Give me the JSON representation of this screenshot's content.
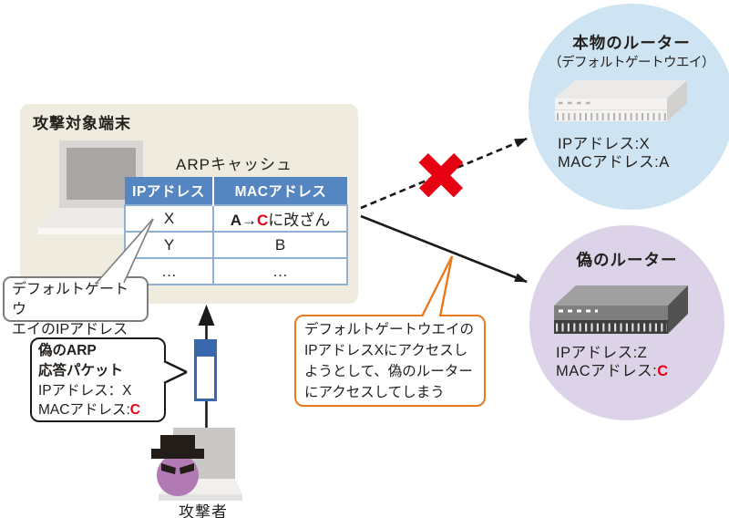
{
  "colors": {
    "accent_red": "#e60012",
    "accent_orange": "#e8791c",
    "table_header_blue": "#5586c1",
    "table_border_blue": "#8fb0d5",
    "packet_blue": "#3968ae",
    "target_box_beige": "#f0ebdf",
    "real_router_circle": "#cee4f3",
    "fake_router_circle": "#ddd3e9",
    "attacker_face_purple": "#b27ab5"
  },
  "target_box": {
    "title": "攻撃対象端末",
    "cache_label": "ARPキャッシュ",
    "table": {
      "headers": [
        "IPアドレス",
        "MACアドレス"
      ],
      "rows": [
        {
          "ip": "X",
          "mac_a": "A",
          "mac_arrow": "→",
          "mac_changed": "C",
          "mac_post": "に改ざん"
        },
        {
          "ip": "Y",
          "mac": "B"
        },
        {
          "ip": "…",
          "mac": "…"
        }
      ]
    }
  },
  "callout_gateway": {
    "line1": "デフォルトゲートウ",
    "line2": "エイのIPアドレス"
  },
  "callout_packet": {
    "title_line1": "偽のARP",
    "title_line2": "応答パケット",
    "ip_line": "IPアドレス：X",
    "mac_label": "MACアドレス:",
    "mac_value": "C"
  },
  "callout_access": {
    "line1": "デフォルトゲートウエイの",
    "line2": "IPアドレスXにアクセスし",
    "line3": "ようとして、偽のルーター",
    "line4": "にアクセスしてしまう"
  },
  "attacker": {
    "label": "攻撃者"
  },
  "real_router": {
    "title": "本物のルーター",
    "subtitle": "（デフォルトゲートウエイ）",
    "ip": "IPアドレス:X",
    "mac": "MACアドレス:A"
  },
  "fake_router": {
    "title": "偽のルーター",
    "ip": "IPアドレス:Z",
    "mac_label": "MACアドレス:",
    "mac_value": "C"
  }
}
